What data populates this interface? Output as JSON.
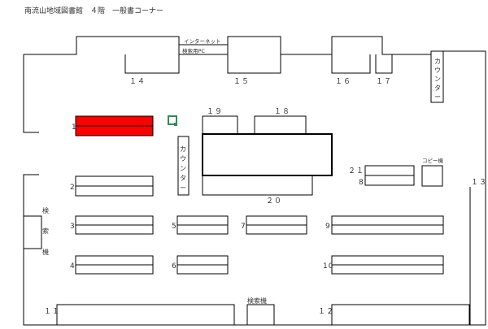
{
  "title": "南流山地域図書館　４階　一般書コーナー",
  "colors": {
    "highlight": "#ff0000",
    "marker": "#2e8b57",
    "line": "#000000"
  },
  "labels": {
    "n1": "1",
    "n2": "2",
    "n3": "3",
    "n4": "4",
    "n5": "5",
    "n6": "6",
    "n7": "7",
    "n8": "8",
    "n9": "9",
    "n10": "10",
    "n11": "１１",
    "n12": "１２",
    "n13": "１３",
    "n14": "１４",
    "n15": "１５",
    "n16": "１６",
    "n17": "１７",
    "n18": "１８",
    "n19": "１９",
    "n20": "２０",
    "n21": "２１",
    "internet_line1": "インターネット",
    "internet_line2": "検索用PC",
    "copy": "コピー機",
    "counter_right": [
      "カ",
      "ウ",
      "ン",
      "タ",
      "ー"
    ],
    "counter_center": [
      "カ",
      "ウ",
      "ン",
      "タ",
      "ー"
    ],
    "kensaku_left": [
      "検",
      "索",
      "機"
    ],
    "kensaku_bottom": "検索機"
  },
  "icons": {
    "current_location": "square-marker-icon"
  }
}
